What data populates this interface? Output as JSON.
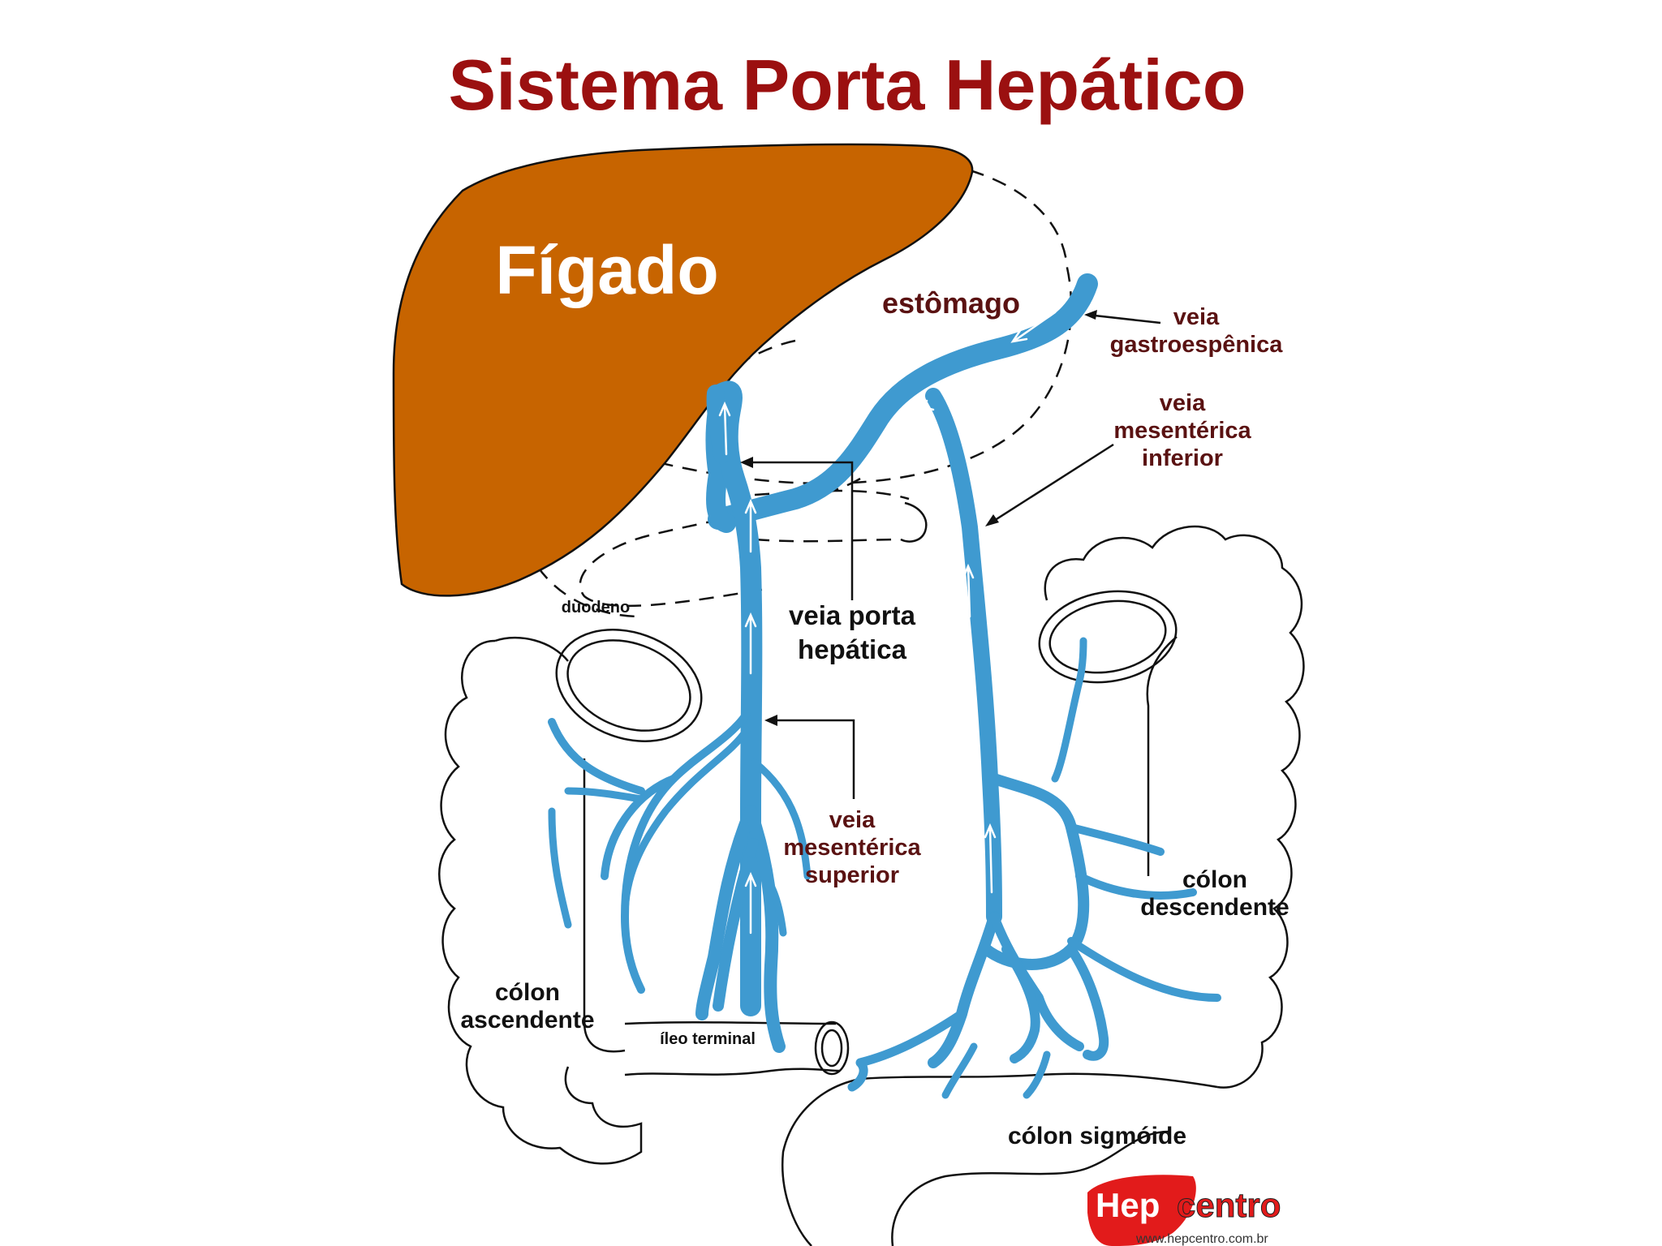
{
  "title": "Sistema Porta Hepático",
  "organs": {
    "liver": "Fígado",
    "stomach": "estômago",
    "duodenum": "duodeno",
    "ascending_colon": [
      "cólon",
      "ascendente"
    ],
    "descending_colon": [
      "cólon",
      "descendente"
    ],
    "sigmoid_colon": "cólon sigmóide",
    "terminal_ileum": "íleo terminal"
  },
  "veins": {
    "gastrosplenic": [
      "veia",
      "gastroespênica"
    ],
    "inferior_mesenteric": [
      "veia",
      "mesentérica",
      "inferior"
    ],
    "hepatic_portal": [
      "veia porta",
      "hepática"
    ],
    "superior_mesenteric": [
      "veia",
      "mesentérica",
      "superior"
    ]
  },
  "logo": {
    "brand_left": "Hep",
    "brand_right": "centro",
    "url": "www.hepcentro.com.br"
  },
  "colors": {
    "title": "#9b1010",
    "liver": "#c76400",
    "vein": "#3f9ad0",
    "label_dark_red": "#5a1212",
    "logo_red": "#e21b1b"
  }
}
